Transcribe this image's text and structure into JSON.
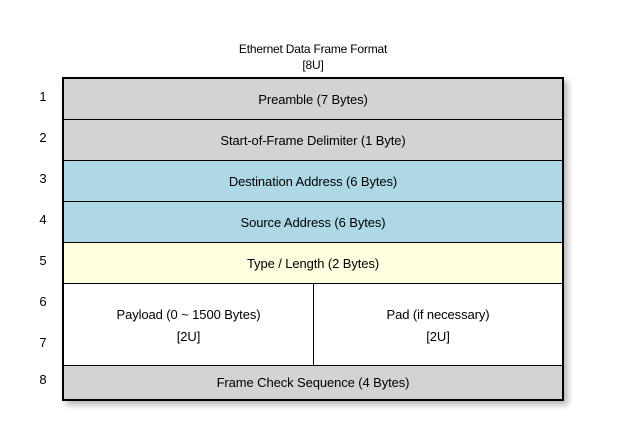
{
  "title": {
    "main": "Ethernet Data Frame Format",
    "sub": "[8U]"
  },
  "colors": {
    "header_gray": "#D3D3D3",
    "address_blue": "#ADD9E6",
    "type_yellow": "#FFFFE0",
    "payload_white": "#FFFFFF",
    "border": "#000000",
    "page_background": "#FFFFFF"
  },
  "row_indices": [
    "1",
    "2",
    "3",
    "4",
    "5",
    "6",
    "7",
    "8"
  ],
  "rows": [
    {
      "index": "1",
      "label": "Preamble (7 Bytes)",
      "fill": "#D3D3D3",
      "split": false
    },
    {
      "index": "2",
      "label": "Start-of-Frame Delimiter (1 Byte)",
      "fill": "#D3D3D3",
      "split": false
    },
    {
      "index": "3",
      "label": "Destination Address (6 Bytes)",
      "fill": "#ADD9E6",
      "split": false
    },
    {
      "index": "4",
      "label": "Source Address (6 Bytes)",
      "fill": "#ADD9E6",
      "split": false
    },
    {
      "index": "5",
      "label": "Type / Length (2 Bytes)",
      "fill": "#FFFFE0",
      "split": false
    },
    {
      "index": "6-7",
      "split": true,
      "fill": "#FFFFFF",
      "left": {
        "label": "Payload (0 ~ 1500 Bytes)",
        "sub": "[2U]"
      },
      "right": {
        "label": "Pad (if necessary)",
        "sub": "[2U]"
      }
    },
    {
      "index": "8",
      "label": "Frame Check Sequence (4 Bytes)",
      "fill": "#D3D3D3",
      "split": false
    }
  ]
}
